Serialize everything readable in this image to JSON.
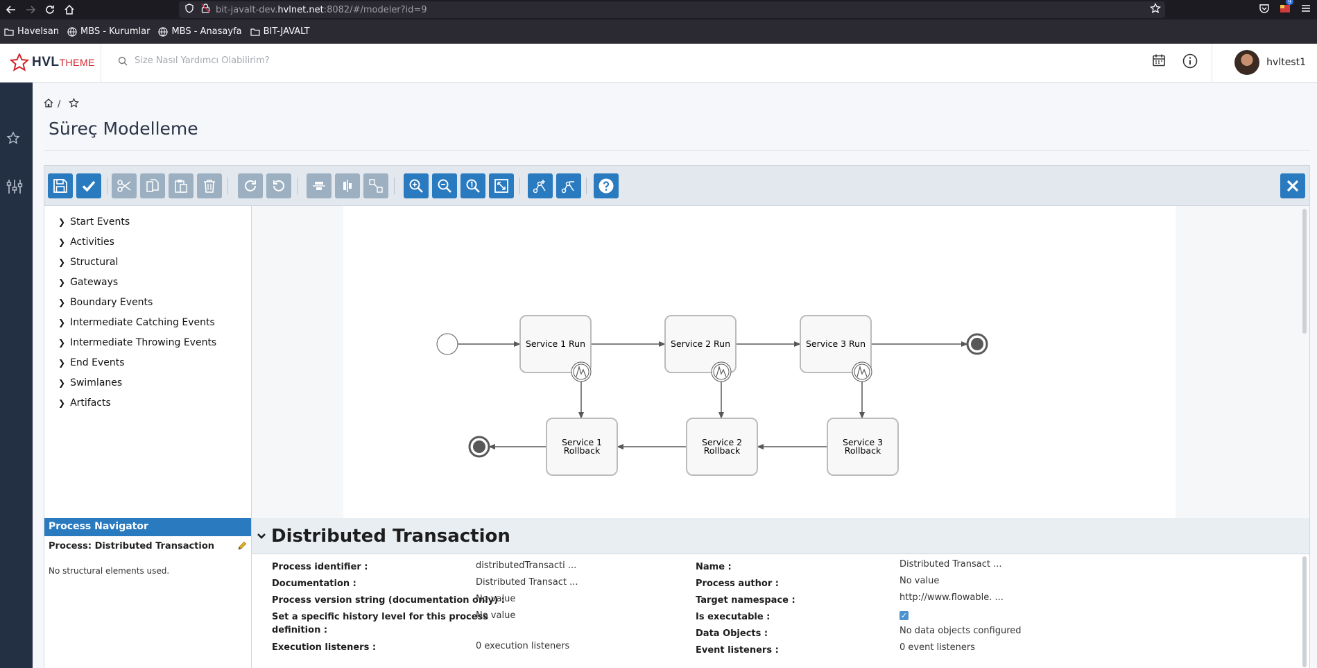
{
  "browser": {
    "url_prefix": "bit-javalt-dev.",
    "url_host": "hvlnet.net",
    "url_suffix": ":8082/#/modeler?id=9",
    "notification_count": "9"
  },
  "bookmarks": [
    {
      "label": "Havelsan",
      "icon": "folder-icon"
    },
    {
      "label": "MBS - Kurumlar",
      "icon": "globe-icon"
    },
    {
      "label": "MBS - Anasayfa",
      "icon": "globe-icon"
    },
    {
      "label": "BIT-JAVALT",
      "icon": "folder-icon"
    }
  ],
  "header": {
    "logo_main": "HVL",
    "logo_sub": "THEME",
    "search_placeholder": "Size Nasıl Yardımcı Olabilirim?",
    "username": "hvltest1"
  },
  "page": {
    "breadcrumb_sep": "/",
    "title": "Süreç Modelleme"
  },
  "toolbar": {
    "buttons": [
      {
        "icon": "save-icon",
        "enabled": true
      },
      {
        "icon": "validate-icon",
        "enabled": true
      },
      {
        "icon": "cut-icon",
        "enabled": false
      },
      {
        "icon": "copy-icon",
        "enabled": false
      },
      {
        "icon": "paste-icon",
        "enabled": false
      },
      {
        "icon": "delete-icon",
        "enabled": false
      },
      {
        "icon": "redo-icon",
        "enabled": false
      },
      {
        "icon": "undo-icon",
        "enabled": false
      },
      {
        "icon": "align-horizontal-icon",
        "enabled": false
      },
      {
        "icon": "align-vertical-icon",
        "enabled": false
      },
      {
        "icon": "same-size-icon",
        "enabled": false
      },
      {
        "icon": "zoom-in-icon",
        "enabled": true
      },
      {
        "icon": "zoom-out-icon",
        "enabled": true
      },
      {
        "icon": "zoom-actual-icon",
        "enabled": true
      },
      {
        "icon": "zoom-fit-icon",
        "enabled": true
      },
      {
        "icon": "add-bendpoint-icon",
        "enabled": true
      },
      {
        "icon": "remove-bendpoint-icon",
        "enabled": true
      },
      {
        "icon": "help-icon",
        "enabled": true
      }
    ],
    "close_icon": "close-icon"
  },
  "palette": [
    "Start Events",
    "Activities",
    "Structural",
    "Gateways",
    "Boundary Events",
    "Intermediate Catching Events",
    "Intermediate Throwing Events",
    "End Events",
    "Swimlanes",
    "Artifacts"
  ],
  "diagram": {
    "tasks": [
      "Service 1 Run",
      "Service 2 Run",
      "Service 3 Run"
    ],
    "rollbacks": [
      {
        "line1": "Service 1",
        "line2": "Rollback"
      },
      {
        "line1": "Service 2",
        "line2": "Rollback"
      },
      {
        "line1": "Service 3",
        "line2": "Rollback"
      }
    ]
  },
  "navigator": {
    "title": "Process Navigator",
    "process_label": "Process: Distributed Transaction",
    "empty_text": "No structural elements used."
  },
  "properties": {
    "title": "Distributed Transaction",
    "left": [
      {
        "label": "Process identifier :",
        "value": "distributedTransacti ..."
      },
      {
        "label": "Documentation :",
        "value": "Distributed Transact ..."
      },
      {
        "label": "Process version string (documentation only) :",
        "value": "No value"
      },
      {
        "label": "Set a specific history level for this process",
        "label2": "definition :",
        "value": "No value"
      },
      {
        "label": "Execution listeners :",
        "value": "0 execution listeners"
      }
    ],
    "right": [
      {
        "label": "Name :",
        "value": "Distributed Transact ..."
      },
      {
        "label": "Process author :",
        "value": "No value"
      },
      {
        "label": "Target namespace :",
        "value": "http://www.flowable. ..."
      },
      {
        "label": "Is executable :",
        "value": ""
      },
      {
        "label": "Data Objects :",
        "value": "No data objects configured"
      },
      {
        "label": "Event listeners :",
        "value": "0 event listeners"
      }
    ],
    "is_executable": true
  }
}
